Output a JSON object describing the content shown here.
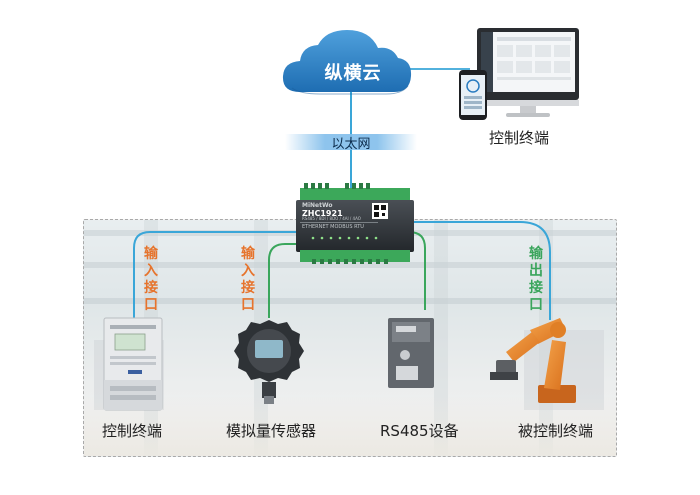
{
  "cloud": {
    "label": "纵横云"
  },
  "network": {
    "label": "以太网"
  },
  "top_terminal": {
    "label": "控制终端"
  },
  "rtu": {
    "brand": "MiNetWo",
    "model": "ZHC1921",
    "spec": "RS485 / 8DI / 8DO / 4AI / 4AO",
    "subtitle": "ETHERNET MODBUS RTU"
  },
  "interfaces": {
    "input_1": "输入接口",
    "input_2": "输入接口",
    "output_1": "输出接口"
  },
  "devices": [
    {
      "label": "控制终端"
    },
    {
      "label": "模拟量传感器"
    },
    {
      "label": "RS485设备"
    },
    {
      "label": "被控制终端"
    }
  ],
  "colors": {
    "cloud": "#2f7fc4",
    "line": "#3aa6d8",
    "input": "#e6742d",
    "output": "#3aa55c"
  }
}
